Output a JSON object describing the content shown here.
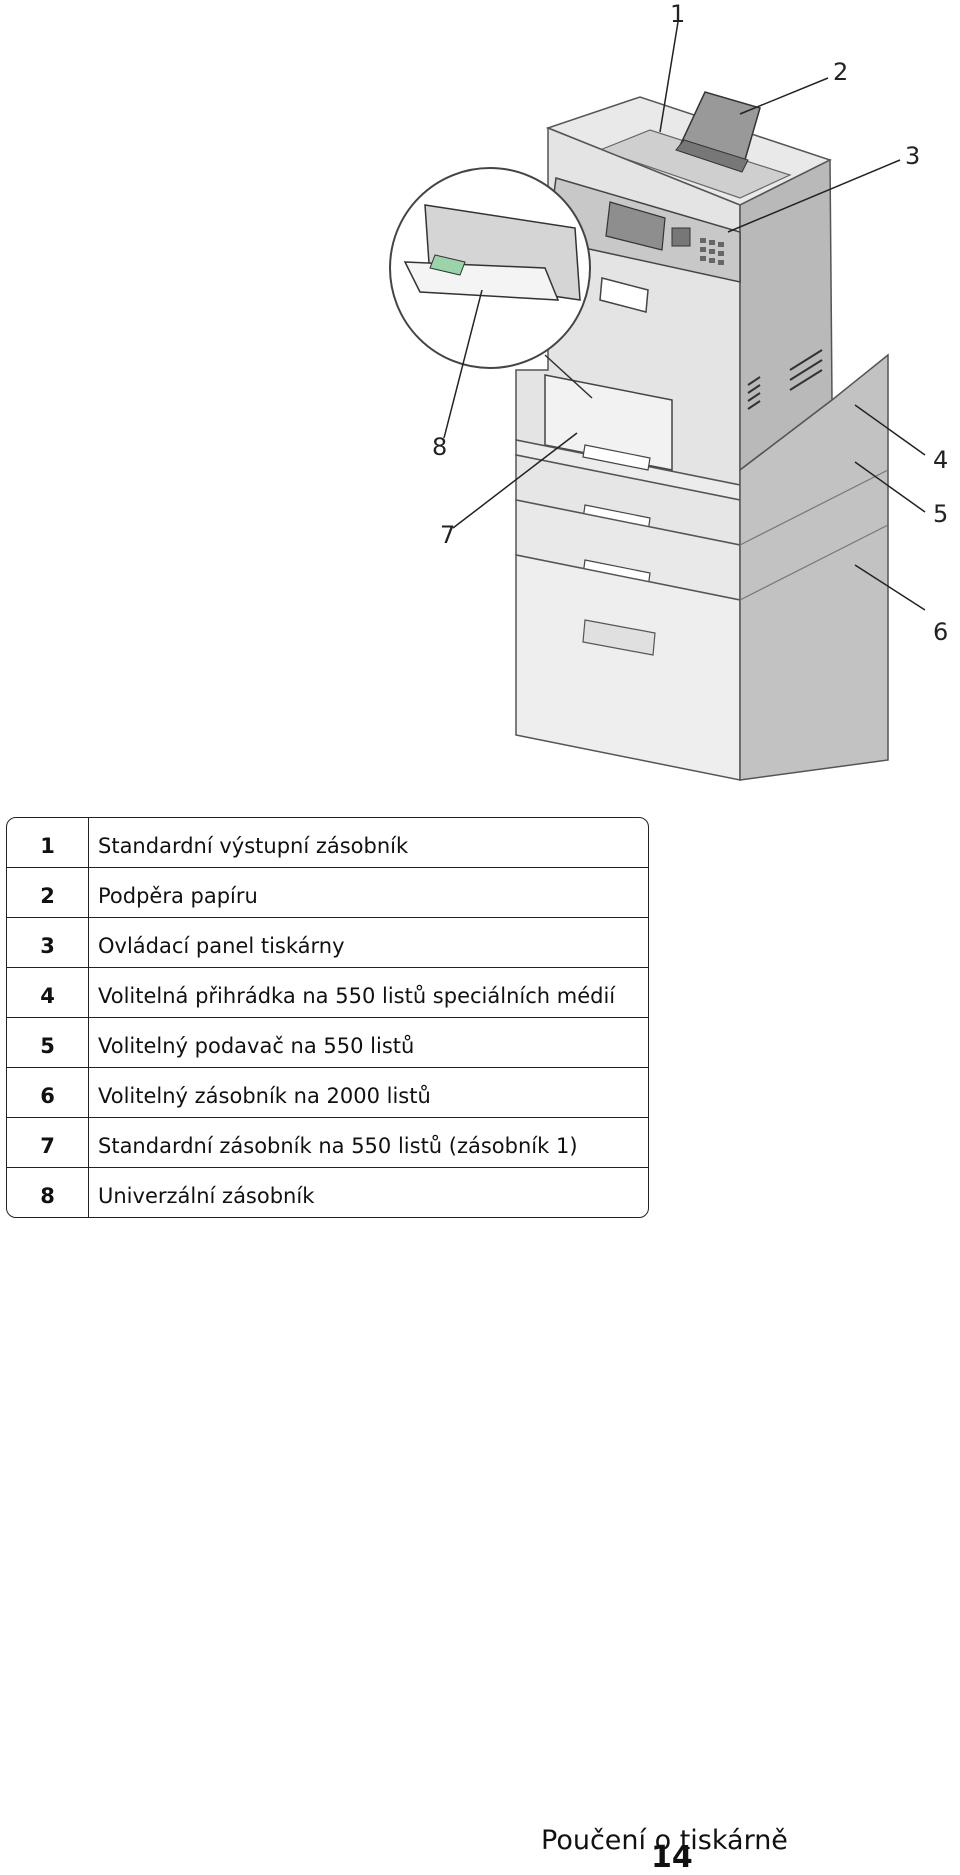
{
  "figure": {
    "callouts": [
      "1",
      "2",
      "3",
      "4",
      "5",
      "6",
      "7",
      "8"
    ]
  },
  "legend": [
    {
      "num": "1",
      "text": "Standardní výstupní zásobník"
    },
    {
      "num": "2",
      "text": "Podpěra papíru"
    },
    {
      "num": "3",
      "text": "Ovládací panel tiskárny"
    },
    {
      "num": "4",
      "text": "Volitelná přihrádka na 550 listů speciálních médií"
    },
    {
      "num": "5",
      "text": "Volitelný podavač na 550 listů"
    },
    {
      "num": "6",
      "text": "Volitelný zásobník na 2000 listů"
    },
    {
      "num": "7",
      "text": "Standardní zásobník na 550 listů (zásobník 1)"
    },
    {
      "num": "8",
      "text": "Univerzální zásobník"
    }
  ],
  "footer": {
    "section_title": "Poučení o tiskárně",
    "page_number": "14"
  }
}
